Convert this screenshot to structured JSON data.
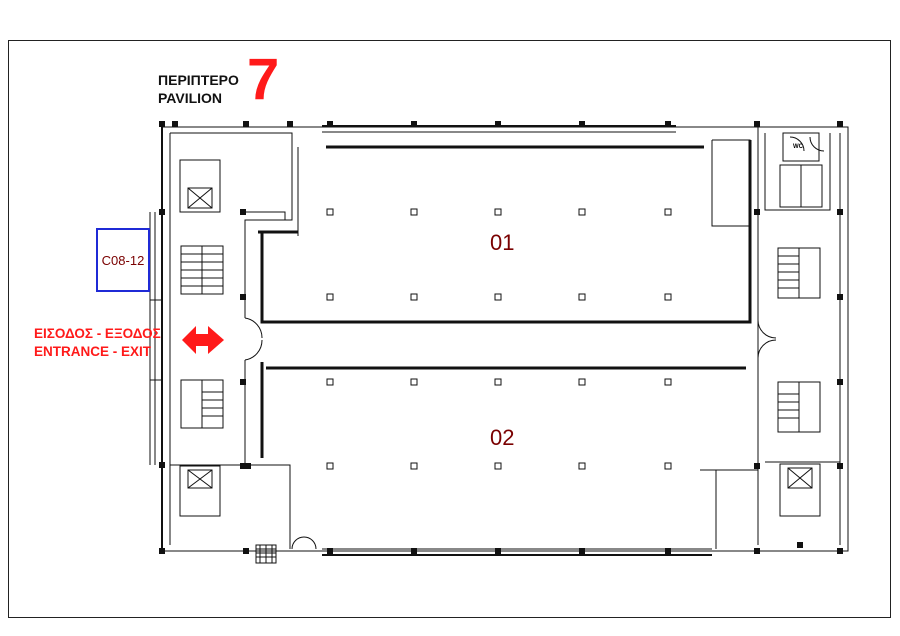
{
  "pavilion": {
    "title_greek": "ΠΕΡΙΠΤΕΡΟ",
    "title_english": "PAVILION",
    "number": "7"
  },
  "halls": [
    {
      "id": "hall-01",
      "label": "01"
    },
    {
      "id": "hall-02",
      "label": "02"
    }
  ],
  "booth": {
    "code": "C08-12"
  },
  "entrance": {
    "greek": "ΕΙΣΟΔΟΣ - ΕΞΟΔΟΣ",
    "english": "ENTRANCE - EXIT"
  },
  "facilities": {
    "wc": "WC"
  },
  "colors": {
    "title_number": "#ff1a1a",
    "hall_labels": "#7a0000",
    "booth_border": "#1f2ad6",
    "entrance_text": "#ff1a1a",
    "walls": "#111111"
  },
  "icons": [
    "double-arrow-icon",
    "stairs-icon",
    "elevator-icon",
    "door-icon",
    "column-icon"
  ]
}
